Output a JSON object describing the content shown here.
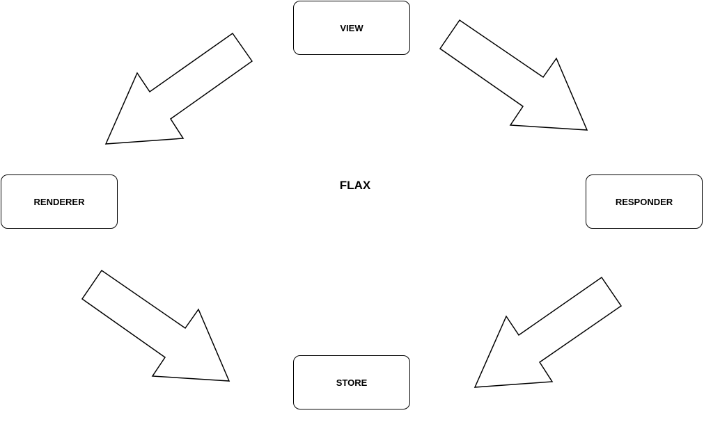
{
  "diagram": {
    "title": "FLAX",
    "nodes": {
      "view": "VIEW",
      "renderer": "RENDERER",
      "responder": "RESPONDER",
      "store": "STORE"
    }
  }
}
